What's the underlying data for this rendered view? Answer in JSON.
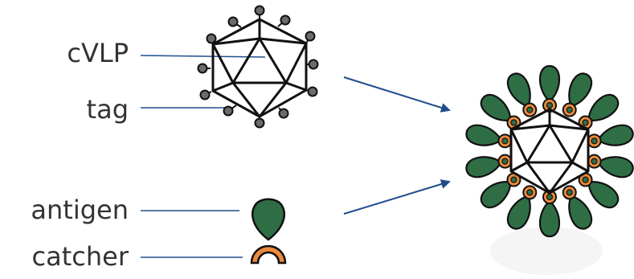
{
  "labels": {
    "cvlp": "cVLP",
    "tag": "tag",
    "antigen": "antigen",
    "catcher": "catcher"
  },
  "colors": {
    "antigen_fill": "#2f6e45",
    "catcher_fill": "#ec8a3c",
    "tag_fill": "#6b6b6b",
    "pointer_line": "#1f4e8c",
    "outline": "#111111"
  }
}
